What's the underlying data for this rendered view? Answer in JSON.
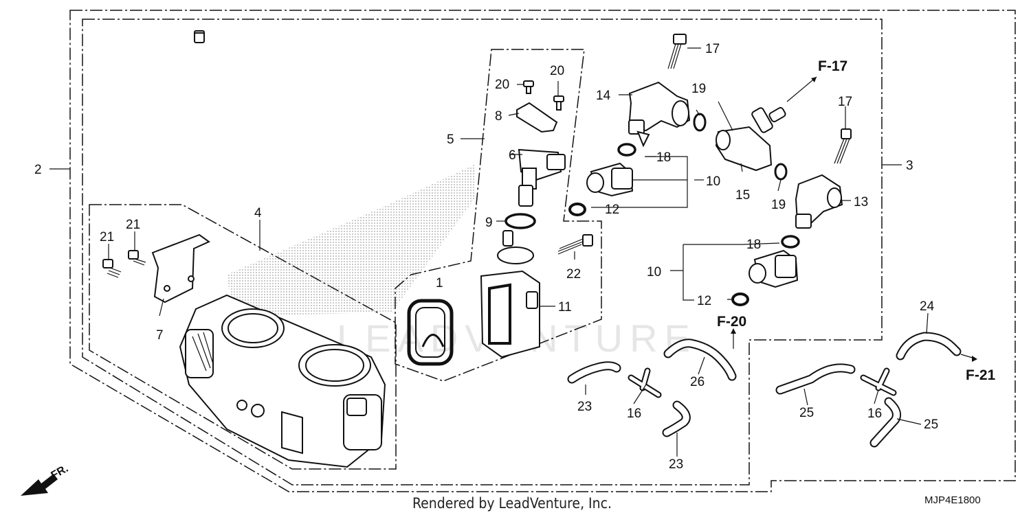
{
  "diagram": {
    "callouts": [
      {
        "id": "c1",
        "text": "1"
      },
      {
        "id": "c2",
        "text": "2"
      },
      {
        "id": "c3",
        "text": "3"
      },
      {
        "id": "c4",
        "text": "4"
      },
      {
        "id": "c5",
        "text": "5"
      },
      {
        "id": "c6",
        "text": "6"
      },
      {
        "id": "c7",
        "text": "7"
      },
      {
        "id": "c8",
        "text": "8"
      },
      {
        "id": "c9",
        "text": "9"
      },
      {
        "id": "c10a",
        "text": "10"
      },
      {
        "id": "c10b",
        "text": "10"
      },
      {
        "id": "c11",
        "text": "11"
      },
      {
        "id": "c12a",
        "text": "12"
      },
      {
        "id": "c12b",
        "text": "12"
      },
      {
        "id": "c13",
        "text": "13"
      },
      {
        "id": "c14",
        "text": "14"
      },
      {
        "id": "c15",
        "text": "15"
      },
      {
        "id": "c16a",
        "text": "16"
      },
      {
        "id": "c16b",
        "text": "16"
      },
      {
        "id": "c17a",
        "text": "17"
      },
      {
        "id": "c17b",
        "text": "17"
      },
      {
        "id": "c18a",
        "text": "18"
      },
      {
        "id": "c18b",
        "text": "18"
      },
      {
        "id": "c19a",
        "text": "19"
      },
      {
        "id": "c19b",
        "text": "19"
      },
      {
        "id": "c20a",
        "text": "20"
      },
      {
        "id": "c20b",
        "text": "20"
      },
      {
        "id": "c21a",
        "text": "21"
      },
      {
        "id": "c21b",
        "text": "21"
      },
      {
        "id": "c22",
        "text": "22"
      },
      {
        "id": "c23a",
        "text": "23"
      },
      {
        "id": "c23b",
        "text": "23"
      },
      {
        "id": "c24",
        "text": "24"
      },
      {
        "id": "c25a",
        "text": "25"
      },
      {
        "id": "c25b",
        "text": "25"
      },
      {
        "id": "c26",
        "text": "26"
      }
    ],
    "refs": {
      "f17": "F-17",
      "f20": "F-20",
      "f21": "F-21"
    },
    "front_label": "FR.",
    "watermark": "LEADVENTURE",
    "footer": "Rendered by LeadVenture, Inc.",
    "diagram_code": "MJP4E1800"
  }
}
